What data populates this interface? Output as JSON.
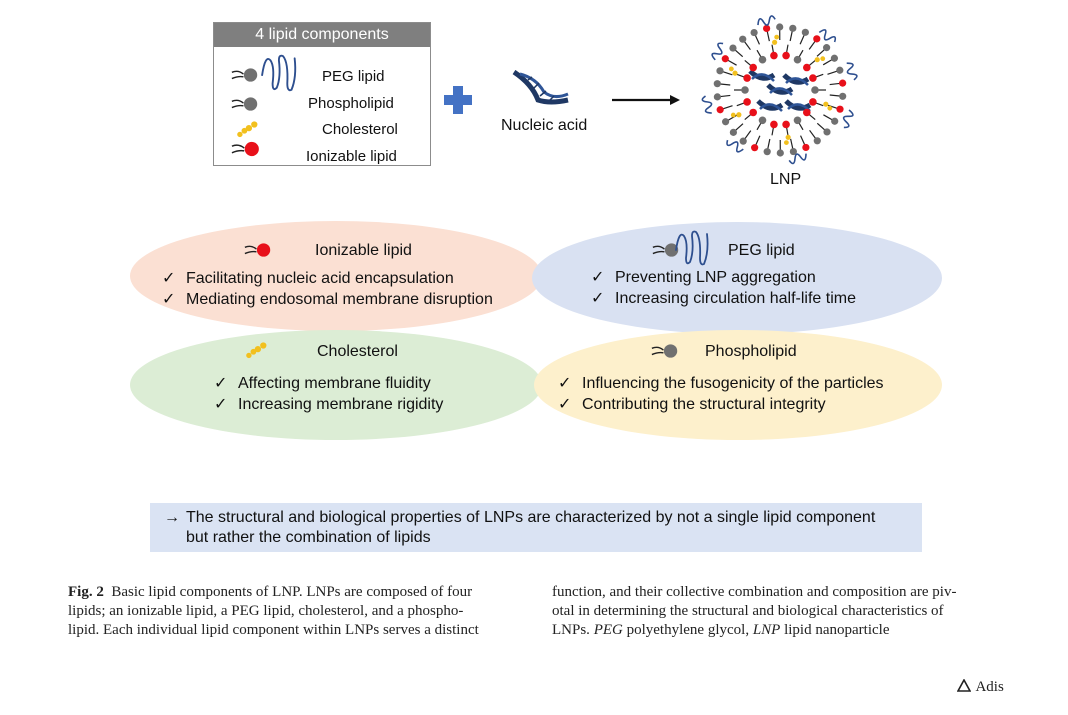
{
  "legend": {
    "header": "4 lipid components",
    "items": [
      "PEG lipid",
      "Phospholipid",
      "Cholesterol",
      "Ionizable lipid"
    ]
  },
  "nucleic_acid_label": "Nucleic acid",
  "lnp_label": "LNP",
  "ellipses": {
    "ionizable": {
      "title": "Ionizable lipid",
      "items": [
        "Facilitating nucleic acid encapsulation",
        "Mediating endosomal membrane disruption"
      ],
      "color": "#fbe0d3"
    },
    "peg": {
      "title": "PEG lipid",
      "items": [
        "Preventing LNP aggregation",
        "Increasing circulation half-life time"
      ],
      "color": "#d9e1f2"
    },
    "cholesterol": {
      "title": "Cholesterol",
      "items": [
        "Affecting membrane fluidity",
        "Increasing membrane rigidity"
      ],
      "color": "#dcedd5"
    },
    "phospholipid": {
      "title": "Phospholipid",
      "items": [
        "Influencing the fusogenicity of the particles",
        "Contributing the structural integrity"
      ],
      "color": "#fdf0cc"
    }
  },
  "check_mark": "✓",
  "summary": {
    "arrow": "→",
    "text_line1": "The structural and biological properties of LNPs are characterized by not a single lipid component",
    "text_line2": "but rather the combination of lipids"
  },
  "caption": {
    "label": "Fig. 2",
    "left_line1": "Basic lipid components of LNP. LNPs are composed of four",
    "left_line2": "lipids; an ionizable lipid, a PEG lipid, cholesterol, and a phospho-",
    "left_line3": "lipid. Each individual lipid component within LNPs serves a distinct",
    "right_line1": "function, and their collective combination and composition are piv-",
    "right_line2": "otal in determining the structural and biological characteristics of",
    "right_line3_pre": "LNPs.",
    "abbr1": "PEG",
    "def1": "polyethylene glycol,",
    "abbr2": "LNP",
    "def2": "lipid nanoparticle"
  },
  "publisher": "Adis",
  "colors": {
    "ionizable_head": "#e8101a",
    "phospholipid_head": "#707070",
    "cholesterol": "#f2c01e",
    "peg_chain": "#2e4f8f",
    "plus": "#4472c4",
    "nucleic_acid": "#1f3864"
  },
  "icons": [
    "plus-icon",
    "arrow-right-icon",
    "check-icon",
    "adis-logo-icon"
  ]
}
